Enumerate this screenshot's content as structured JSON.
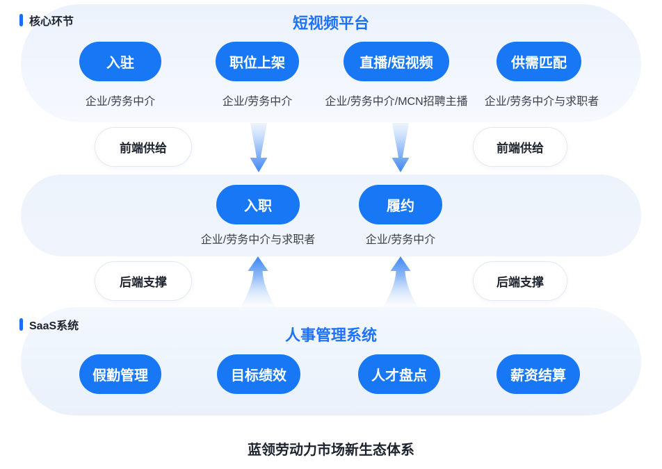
{
  "colors": {
    "node_blue": "#1777F5",
    "title_blue": "#1E71FA",
    "tag_bar_blue": "#1B6DF6",
    "panel_light_blue": "#EDF3FC"
  },
  "sections": {
    "platform": {
      "tag": "核心环节",
      "title": "短视频平台",
      "nodes": [
        {
          "label": "入驻",
          "sub": "企业/劳务中介"
        },
        {
          "label": "职位上架",
          "sub": "企业/劳务中介"
        },
        {
          "label": "直播/短视频",
          "sub": "企业/劳务中介/MCN招聘主播"
        },
        {
          "label": "供需匹配",
          "sub": "企业/劳务中介与求职者"
        }
      ],
      "side_pill_left": "前端供给",
      "side_pill_right": "前端供给"
    },
    "middle": {
      "nodes": [
        {
          "label": "入职",
          "sub": "企业/劳务中介与求职者"
        },
        {
          "label": "履约",
          "sub": "企业/劳务中介"
        }
      ],
      "side_pill_left": "后端支撑",
      "side_pill_right": "后端支撑"
    },
    "saas": {
      "tag": "SaaS系统",
      "title": "人事管理系统",
      "nodes": [
        {
          "label": "假勤管理"
        },
        {
          "label": "目标绩效"
        },
        {
          "label": "人才盘点"
        },
        {
          "label": "薪资结算"
        }
      ]
    }
  },
  "caption": "蓝领劳动力市场新生态体系"
}
